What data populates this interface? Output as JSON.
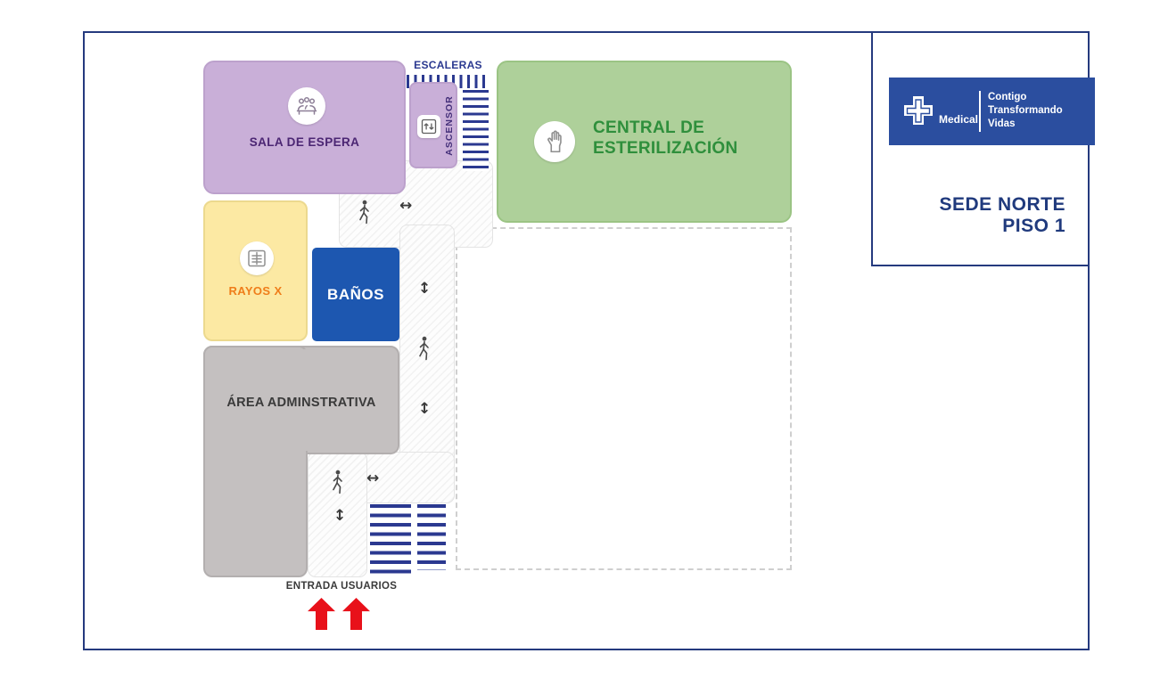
{
  "info_panel": {
    "logo": {
      "brand": "Medical",
      "tagline_line1": "Contigo",
      "tagline_line2": "Transformando",
      "tagline_line3": "Vidas",
      "bg_color": "#2b4e9f"
    },
    "title_line1": "SEDE NORTE",
    "title_line2": "PISO 1"
  },
  "floor_plan": {
    "rooms": {
      "sala_espera": {
        "label": "SALA DE ESPERA",
        "fill": "#c9afd8",
        "text_color": "#4b2673"
      },
      "escaleras": {
        "label": "ESCALERAS",
        "stripe_color": "#2b3990"
      },
      "ascensor": {
        "label": "ASCENSOR",
        "fill": "#c9afd8"
      },
      "central_esterilizacion": {
        "label_line1": "CENTRAL DE",
        "label_line2": "ESTERILIZACIÓN",
        "fill": "#aed09a",
        "text_color": "#2f8f3c"
      },
      "rayos_x": {
        "label": "RAYOS X",
        "fill": "#fce9a3",
        "text_color": "#ef7d1a"
      },
      "banos": {
        "label": "BAÑOS",
        "fill": "#1d57b0",
        "text_color": "#ffffff"
      },
      "area_administrativa": {
        "label": "ÁREA ADMINSTRATIVA",
        "fill": "#c4c0c0",
        "text_color": "#3a3a3a"
      }
    },
    "entrance_label": "ENTRADA USUARIOS",
    "symbols": {
      "arrow_horizontal": "↔",
      "arrow_vertical": "↕"
    },
    "accent_colors": {
      "stairs_stripe": "#2b3990",
      "entrance_arrow": "#e8111a",
      "frame_outline": "#253a7e"
    }
  }
}
